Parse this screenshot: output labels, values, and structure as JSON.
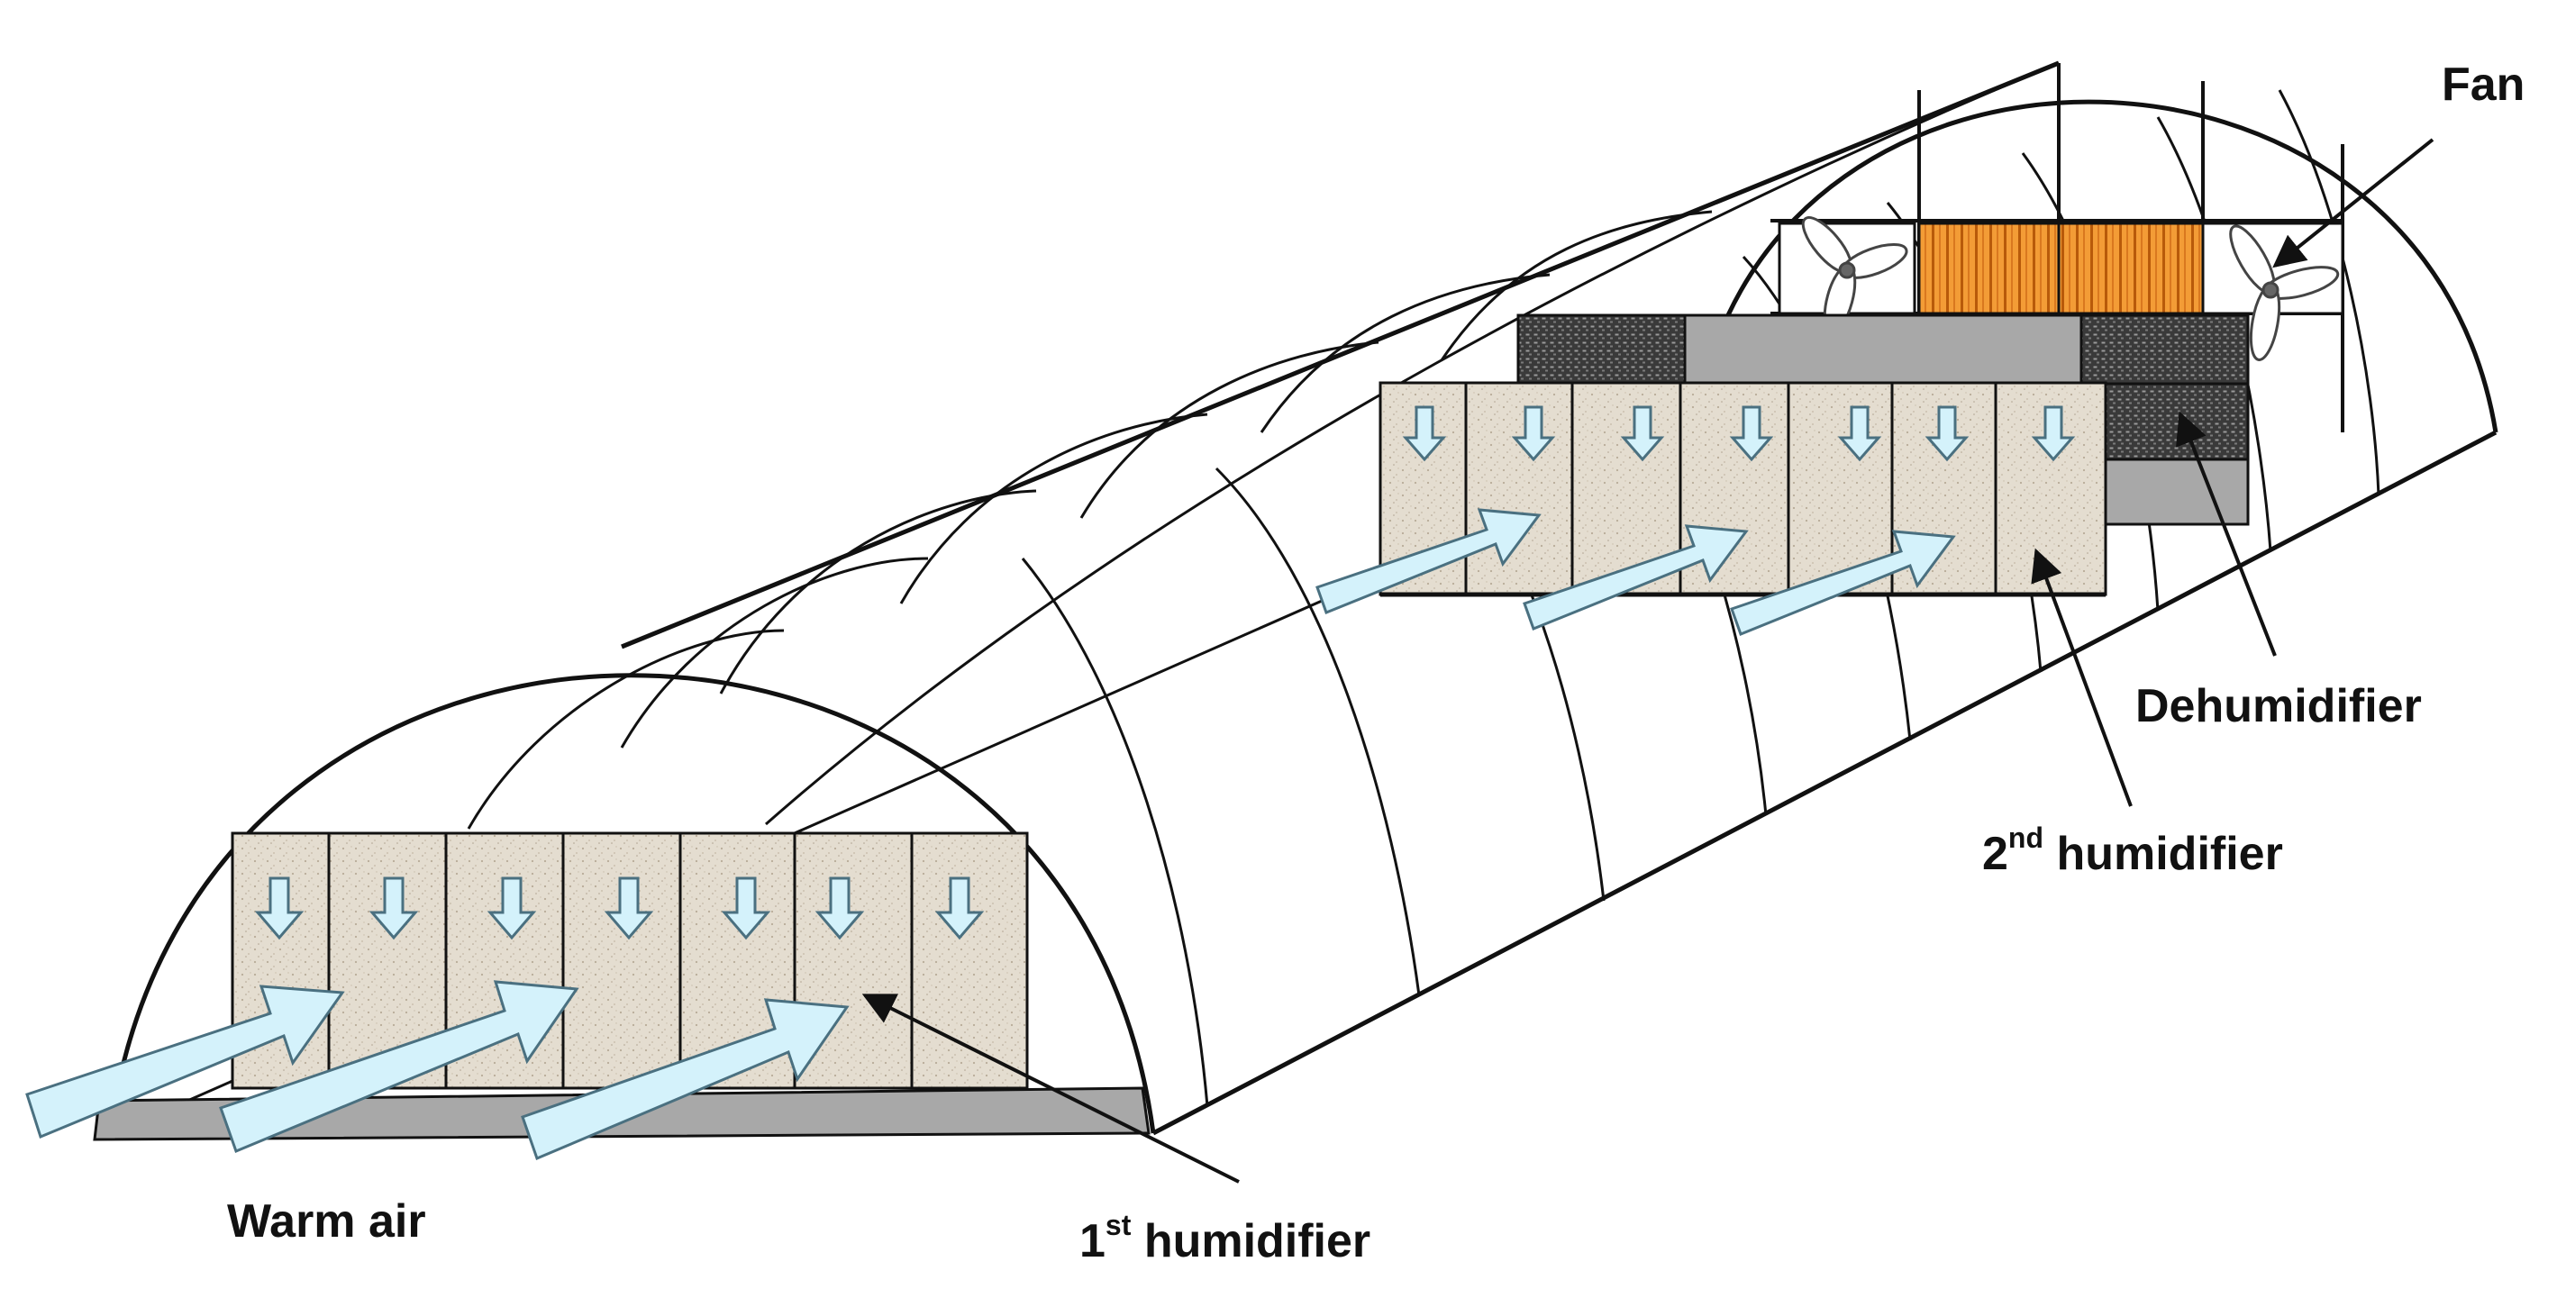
{
  "labels": {
    "fan": "Fan",
    "dehumidifier": "Dehumidifier",
    "second_humidifier": {
      "prefix": "2",
      "sup": "nd",
      "rest": " humidifier"
    },
    "first_humidifier": {
      "prefix": "1",
      "sup": "st",
      "rest": " humidifier"
    },
    "warm_air": "Warm air"
  },
  "colors": {
    "outline": "#111111",
    "pad_fill": "#e4ddd0",
    "pad_speck": "#b8ab98",
    "arrow_fill": "#d4f2fb",
    "arrow_stroke": "#4a7080",
    "base_fill": "#a8a8a8",
    "dehumidifier_fill": "#3a3a3a",
    "panel_fill": "#f39c36",
    "panel_stripe": "#b85a0a",
    "fan_blade": "#ffffff"
  },
  "components": {
    "first_humidifier_pads": 7,
    "second_humidifier_pads": 7,
    "hoops": 10,
    "warm_air_arrows_front": 3,
    "warm_air_arrows_back": 3,
    "fans": 2
  }
}
